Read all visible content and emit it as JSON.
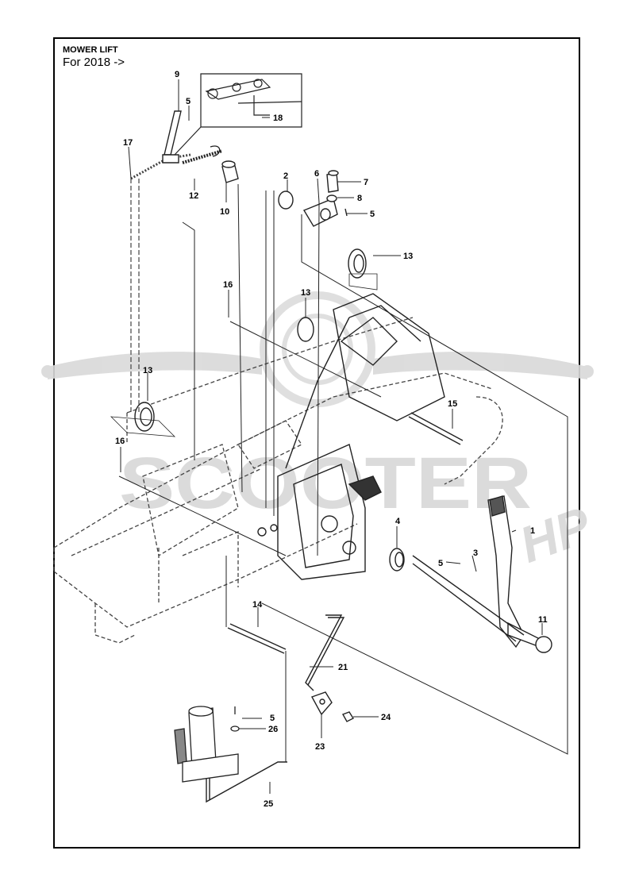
{
  "header": {
    "title": "MOWER LIFT",
    "subtitle": "For 2018 ->"
  },
  "watermark": {
    "text": "SCOOTER",
    "suffix": "HP",
    "color": "#d6d6d6"
  },
  "callouts": [
    {
      "id": "c1",
      "label": "1"
    },
    {
      "id": "c2",
      "label": "2"
    },
    {
      "id": "c3",
      "label": "3"
    },
    {
      "id": "c4",
      "label": "4"
    },
    {
      "id": "c5a",
      "label": "5"
    },
    {
      "id": "c5b",
      "label": "5"
    },
    {
      "id": "c5c",
      "label": "5"
    },
    {
      "id": "c5d",
      "label": "5"
    },
    {
      "id": "c6",
      "label": "6"
    },
    {
      "id": "c7",
      "label": "7"
    },
    {
      "id": "c8",
      "label": "8"
    },
    {
      "id": "c9",
      "label": "9"
    },
    {
      "id": "c10",
      "label": "10"
    },
    {
      "id": "c11",
      "label": "11"
    },
    {
      "id": "c12",
      "label": "12"
    },
    {
      "id": "c13a",
      "label": "13"
    },
    {
      "id": "c13b",
      "label": "13"
    },
    {
      "id": "c13c",
      "label": "13"
    },
    {
      "id": "c14",
      "label": "14"
    },
    {
      "id": "c15",
      "label": "15"
    },
    {
      "id": "c16a",
      "label": "16"
    },
    {
      "id": "c16b",
      "label": "16"
    },
    {
      "id": "c17",
      "label": "17"
    },
    {
      "id": "c18",
      "label": "18"
    },
    {
      "id": "c21",
      "label": "21"
    },
    {
      "id": "c23",
      "label": "23"
    },
    {
      "id": "c24",
      "label": "24"
    },
    {
      "id": "c25",
      "label": "25"
    },
    {
      "id": "c26",
      "label": "26"
    }
  ]
}
